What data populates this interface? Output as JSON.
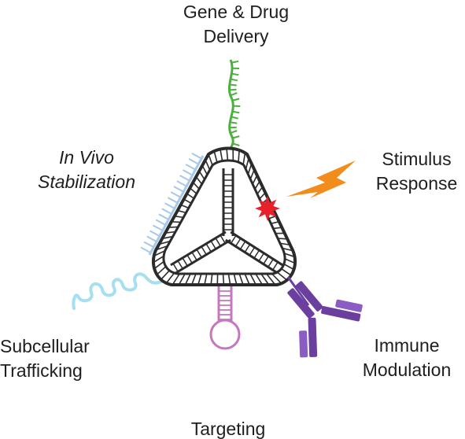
{
  "labels": {
    "gene_delivery": {
      "line1": "Gene & Drug",
      "line2": "Delivery"
    },
    "in_vivo_stabilization": {
      "line1": "In Vivo",
      "line2": "Stabilization"
    },
    "stimulus_response": {
      "line1": "Stimulus",
      "line2": "Response"
    },
    "subcellular_trafficking": {
      "line1": "Subcellular",
      "line2": "Trafficking"
    },
    "immune_modulation": {
      "line1": "Immune",
      "line2": "Modulation"
    },
    "targeting": {
      "line1": "Targeting"
    }
  },
  "colors": {
    "structure": "#2b2b2b",
    "gene_strand": "#4caf3f",
    "coating": "#a7c8e8",
    "coil": "#a6dff0",
    "star": "#e8202a",
    "bolt": "#f28c1b",
    "hairpin": "#c478bd",
    "antibody": "#6a3fa0",
    "antibody_light": "#8a5cc4"
  }
}
